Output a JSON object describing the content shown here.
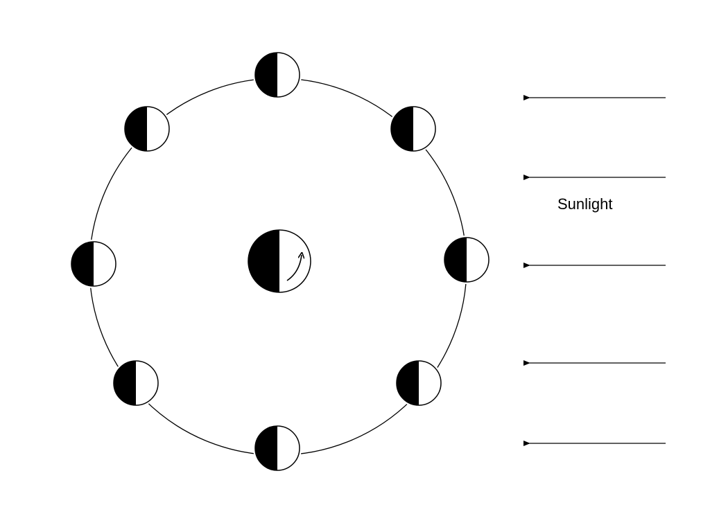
{
  "diagram": {
    "label": "Sunlight",
    "colors": {
      "dark_side": "#000000",
      "lit_side": "#ffffff",
      "stroke": "#000000",
      "background": "#ffffff"
    },
    "moon_count": 8,
    "sunlight_arrow_count": 5,
    "light_direction": "from-right"
  }
}
